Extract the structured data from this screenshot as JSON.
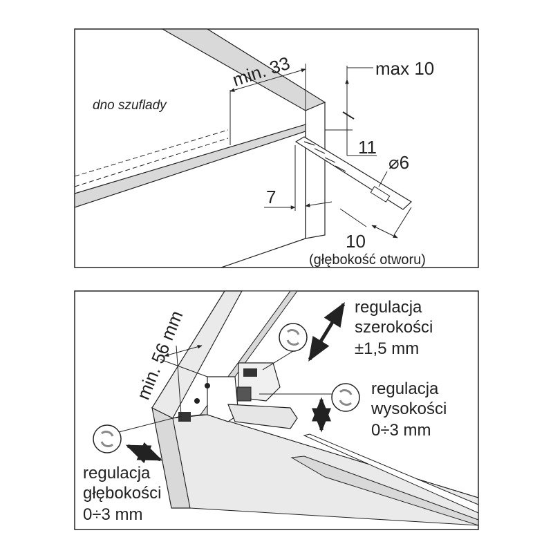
{
  "top_panel": {
    "drawer_bottom_label": "dno szuflady",
    "min_offset_label": "min. 33",
    "max_label": "max 10",
    "dim_11": "11",
    "diameter_label": "⌀6",
    "dim_7": "7",
    "depth_value": "10",
    "depth_caption": "(głębokość otworu)"
  },
  "bottom_panel": {
    "min_width_label": "min. 56 mm",
    "width_adj": [
      "regulacja",
      "szerokości",
      "±1,5 mm"
    ],
    "height_adj": [
      "regulacja",
      "wysokości",
      "0÷3 mm"
    ],
    "depth_adj": [
      "regulacja",
      "głębokości",
      "0÷3 mm"
    ]
  },
  "colors": {
    "stroke": "#222222",
    "wood_fill": "#d9d9d9",
    "panel_fill": "#eaeaea",
    "line_gray": "#555555"
  }
}
